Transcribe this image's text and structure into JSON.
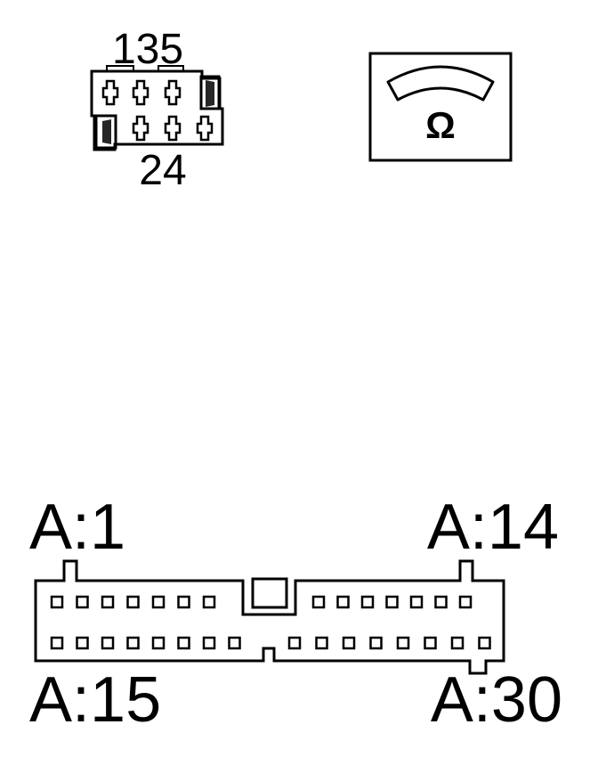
{
  "small_connector": {
    "top_label": "135",
    "bottom_label": "24"
  },
  "ohmmeter": {
    "symbol": "Ω",
    "icon": "ohmmeter-icon"
  },
  "ecu_connector": {
    "label_top_left": "A:1",
    "label_top_right": "A:14",
    "label_bottom_left": "A:15",
    "label_bottom_right": "A:30",
    "top_row_pins": 14,
    "bottom_row_pins": 16
  },
  "colors": {
    "line": "#000000",
    "background": "#ffffff"
  }
}
